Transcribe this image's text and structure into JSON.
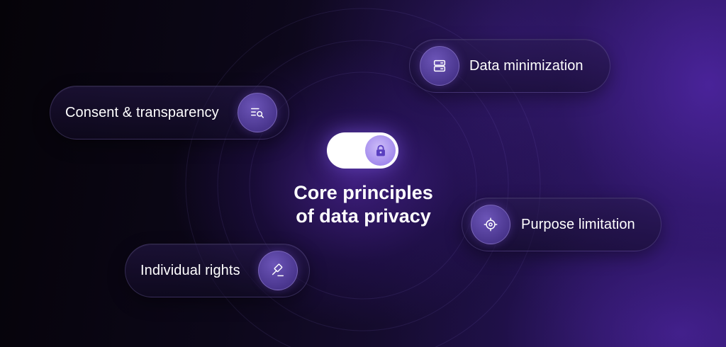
{
  "center": {
    "title_line1": "Core principles",
    "title_line2": "of data privacy",
    "toggle_icon": "lock-icon"
  },
  "principles": [
    {
      "label": "Consent & transparency",
      "icon": "search-list-icon"
    },
    {
      "label": "Data minimization",
      "icon": "server-icon"
    },
    {
      "label": "Purpose limitation",
      "icon": "target-icon"
    },
    {
      "label": "Individual rights",
      "icon": "gavel-icon"
    }
  ],
  "colors": {
    "accent": "#6c55b8",
    "toggle_knob": "#a890f0",
    "background": "#0c0719"
  }
}
